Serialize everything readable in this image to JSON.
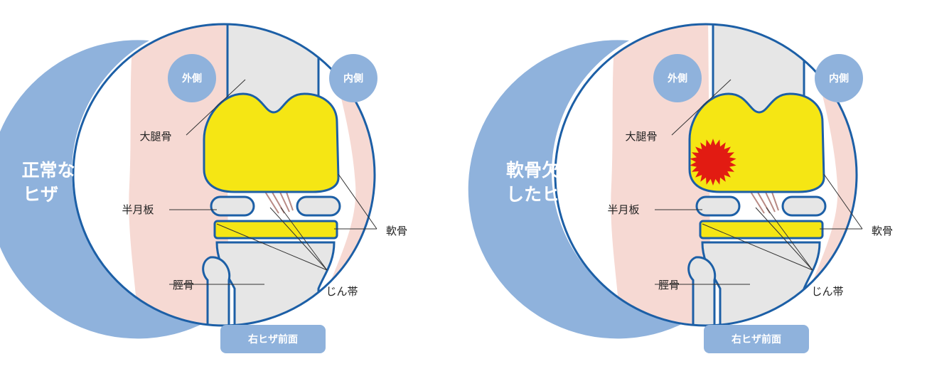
{
  "diagrams": [
    {
      "title_line1": "正常な",
      "title_line2": "ヒザ",
      "lateral": "外側",
      "medial": "内側",
      "femur": "大腿骨",
      "meniscus": "半月板",
      "cartilage": "軟骨",
      "tibia": "脛骨",
      "ligament": "じん帯",
      "footer": "右ヒザ前面",
      "defect": false
    },
    {
      "title_line1": "軟骨欠損",
      "title_line2": "したヒザ",
      "lateral": "外側",
      "medial": "内側",
      "femur": "大腿骨",
      "meniscus": "半月板",
      "cartilage": "軟骨",
      "tibia": "脛骨",
      "ligament": "じん帯",
      "footer": "右ヒザ前面",
      "defect": true
    }
  ],
  "colors": {
    "blue": "#8fb2dc",
    "dark_blue": "#1c5fa6",
    "skin": "#f6d9d3",
    "bone": "#e6e6e6",
    "cartilage_yellow": "#f5e614",
    "defect_red": "#e21b12"
  }
}
